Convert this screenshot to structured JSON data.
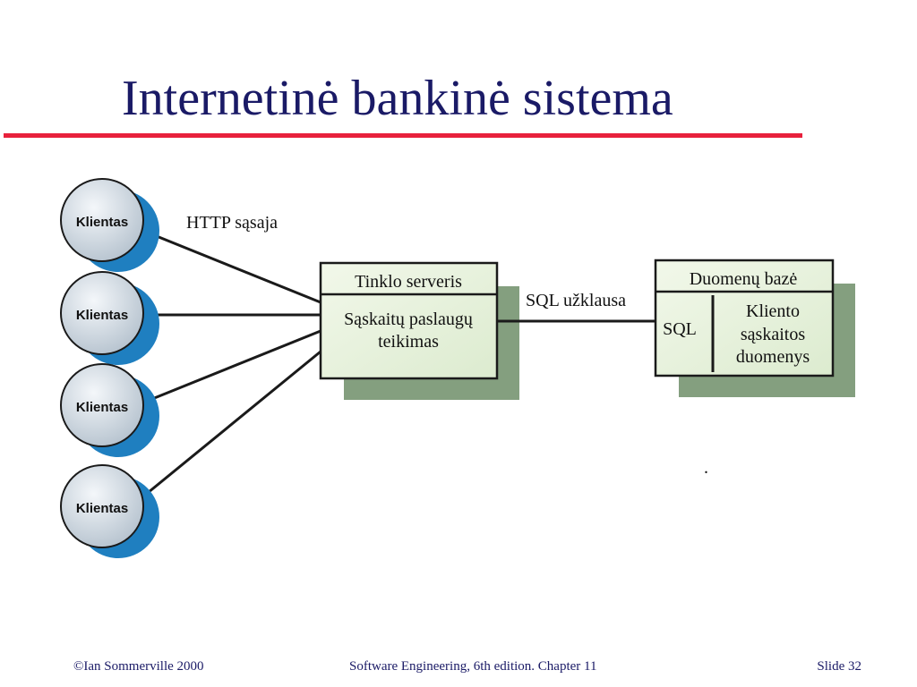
{
  "slide": {
    "title": "Internetinė bankinė sistema",
    "colors": {
      "title": "#1a1a66",
      "rule": "#e8213c",
      "box_fill": "#e6f0da",
      "shadow": "#849f7f",
      "client_shadow": "#1f7fc0",
      "client_fill": "#c8d2dc"
    }
  },
  "diagram": {
    "clients": [
      {
        "label": "Klientas"
      },
      {
        "label": "Klientas"
      },
      {
        "label": "Klientas"
      },
      {
        "label": "Klientas"
      }
    ],
    "http_label": "HTTP sąsaja",
    "web_server": {
      "header": "Tinklo serveris",
      "body_line1": "Sąskaitų paslaugų",
      "body_line2": "teikimas"
    },
    "sql_query_label": "SQL užklausa",
    "database": {
      "header": "Duomenų bazė",
      "sql_label": "SQL",
      "data_line1": "Kliento",
      "data_line2": "sąskaitos",
      "data_line3": "duomenys"
    },
    "stray_mark": "."
  },
  "footer": {
    "left": "©Ian Sommerville 2000",
    "center": "Software Engineering, 6th edition. Chapter 11",
    "right": "Slide 32"
  }
}
